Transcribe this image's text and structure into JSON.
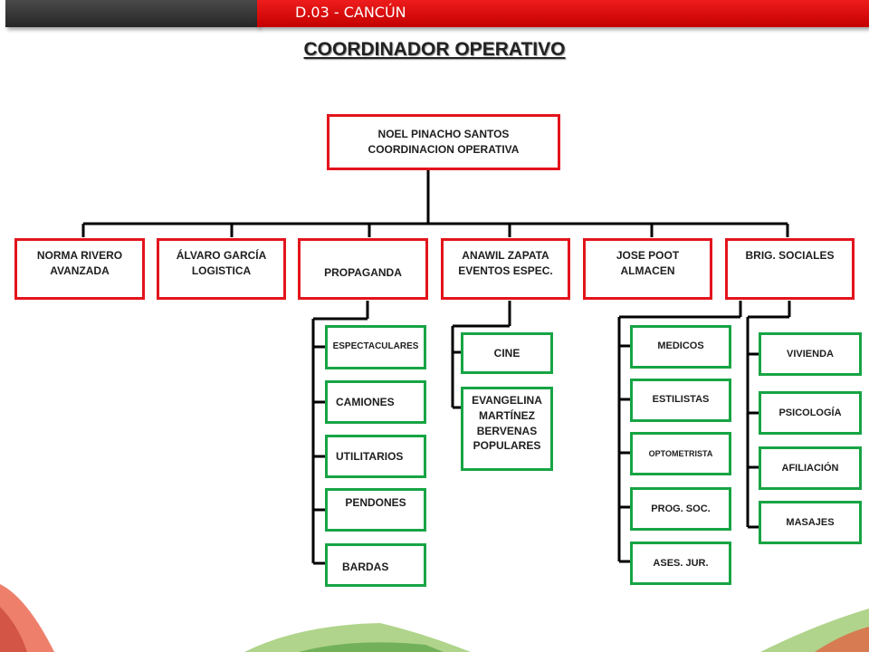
{
  "header": {
    "label": "D.03 - CANCÚN"
  },
  "title": "COORDINADOR OPERATIVO",
  "colors": {
    "header_red": "#e3141c",
    "header_dark": "#333333",
    "box_border_red": "#e3141c",
    "box_border_green": "#17a444",
    "connector": "#000000"
  },
  "root": {
    "name": "NOEL PINACHO SANTOS",
    "role": "COORDINACION OPERATIVA"
  },
  "departments": [
    {
      "text": "NORMA RIVERO\nAVANZADA"
    },
    {
      "text": "ÁLVARO GARCÍA\nLOGISTICA"
    },
    {
      "text": "PROPAGANDA"
    },
    {
      "text": "ANAWIL ZAPATA\nEVENTOS ESPEC."
    },
    {
      "text": "JOSE POOT\nALMACEN"
    },
    {
      "text": "BRIG. SOCIALES"
    }
  ],
  "propaganda_items": [
    "ESPECTACULARES",
    "CAMIONES",
    "UTILITARIOS",
    "PENDONES",
    "BARDAS"
  ],
  "eventos_items": [
    "CINE",
    "EVANGELINA\nMARTÍNEZ\nBERVENAS\nPOPULARES"
  ],
  "almacen_items": [
    "MEDICOS",
    "ESTILISTAS",
    "OPTOMETRISTA",
    "PROG. SOC.",
    "ASES. JUR."
  ],
  "brigadas_items": [
    "VIVIENDA",
    "PSICOLOGÍA",
    "AFILIACIÓN",
    "MASAJES"
  ]
}
